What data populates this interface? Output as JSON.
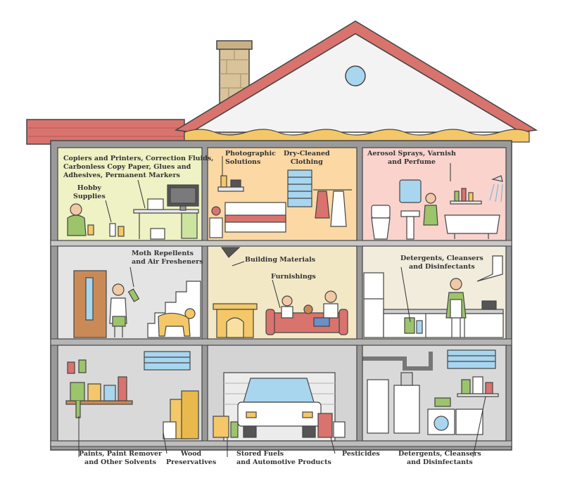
{
  "labels": {
    "copiers": "Copiers and Printers,  Correction Fluids,\nCarbonless Copy Paper, Glues and\nAdhesives, Permanent Markers",
    "hobby": "Hobby\nSupplies",
    "photo": "Photographic\nSolutions",
    "drycleaned": "Dry-Cleaned\nClothing",
    "aerosol": "Aerosol Sprays, Varnish\nand Perfume",
    "moth": "Moth Repellents\nand Air Fresheners",
    "building": "Building Materials",
    "furnishings": "Furnishings",
    "detergents_kitchen": "Detergents, Cleansers\nand Disinfectants",
    "paints": "Paints, Paint Remover\nand Other Solvents",
    "wood": "Wood\nPreservatives",
    "fuels": "Stored Fuels\nand Automotive Products",
    "pesticides": "Pesticides",
    "detergents_laundry": "Detergents, Cleansers\nand Disinfectants"
  },
  "colors": {
    "roof": "#d9736e",
    "wall": "#9a9a9a",
    "attic": "#f3f3f3",
    "office": "#eef2c4",
    "bedroom": "#fbd8a4",
    "bathroom": "#f9d3cc",
    "hallway": "#e4e4e4",
    "living": "#f3e8c6",
    "kitchen": "#f1ecdc",
    "basement": "#d9d9d9",
    "accent_blue": "#a8d6ef",
    "accent_green": "#9cc46a"
  }
}
